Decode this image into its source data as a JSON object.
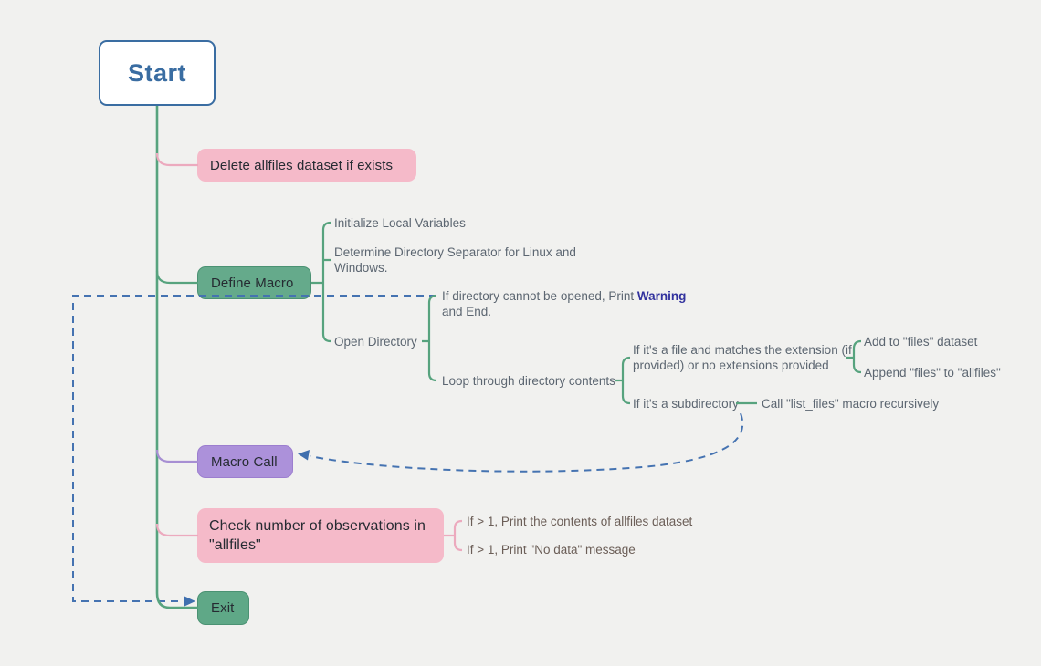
{
  "nodes": {
    "start": {
      "label": "Start"
    },
    "delete_allfiles": {
      "label": "Delete allfiles dataset if exists"
    },
    "define_macro": {
      "label": "Define Macro"
    },
    "macro_call": {
      "label": "Macro Call"
    },
    "check_observations": {
      "label": "Check number of observations in \"allfiles\""
    },
    "exit": {
      "label": "Exit"
    }
  },
  "branches": {
    "initialize": {
      "label": "Initialize Local Variables"
    },
    "determine_separator": {
      "label": "Determine Directory Separator for Linux and Windows."
    },
    "open_directory": {
      "label": "Open Directory"
    },
    "dir_cannot_open": {
      "prefix": "If directory cannot be opened, Print ",
      "highlight": "Warning",
      "suffix": " and End."
    },
    "loop_contents": {
      "label": "Loop through directory contents"
    },
    "if_file": {
      "label": "If it's a file and matches the extension (if provided) or no extensions provided"
    },
    "add_to_files": {
      "label": "Add to \"files\" dataset"
    },
    "append_files": {
      "label": "Append \"files\" to \"allfiles\""
    },
    "if_subdirectory": {
      "label": "If it's a subdirectory"
    },
    "call_recursively": {
      "label": "Call \"list_files\" macro recursively"
    },
    "print_contents": {
      "label": "If > 1, Print the contents of allfiles dataset"
    },
    "print_no_data": {
      "label": "If > 1, Print \"No data\" message"
    }
  },
  "colors": {
    "background": "#f1f1ef",
    "trunk_green": "#57a37e",
    "node_green": "#65aa8b",
    "node_pink": "#f5bac9",
    "node_purple": "#ac91da",
    "connector_pink": "#ecaabe",
    "connector_purple": "#a78fd3",
    "dashed_blue": "#4573b1",
    "start_blue": "#3a6da2",
    "label_gray": "#5c6671",
    "warning_indigo": "#32329e",
    "condition_brown": "#6b5e57"
  }
}
